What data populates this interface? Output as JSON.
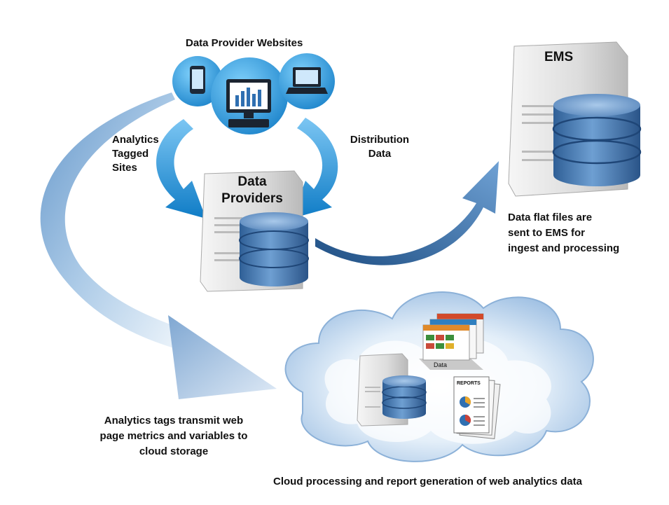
{
  "labels": {
    "data_provider_websites": "Data Provider Websites",
    "analytics_tagged_sites": [
      "Analytics",
      "Tagged",
      "Sites"
    ],
    "distribution_data": [
      "Distribution",
      "Data"
    ],
    "data_providers": [
      "Data",
      "Providers"
    ],
    "ems": "EMS",
    "ems_caption": [
      "Data flat files are",
      "sent to EMS for",
      "ingest and processing"
    ],
    "analytics_tags_caption": [
      "Analytics tags transmit web",
      "page metrics and variables to",
      "cloud storage"
    ],
    "cloud_caption": "Cloud processing and report generation of web analytics data",
    "cloud_data_label": "Data",
    "cloud_reports_label": "REPORTS"
  },
  "icons": {
    "phone": "smartphone-icon",
    "monitor": "desktop-monitor-icon",
    "laptop": "laptop-icon",
    "server": "server-tower-icon",
    "database": "database-cylinder-icon",
    "cloud": "cloud-icon"
  },
  "colors": {
    "arrow_blue": "#1f8fd6",
    "arrow_light": "#cfe3f3",
    "db_blue": "#3f6fa6",
    "circle_blue": "#3a9bdc",
    "cloud_blue": "#a9c7e6"
  }
}
